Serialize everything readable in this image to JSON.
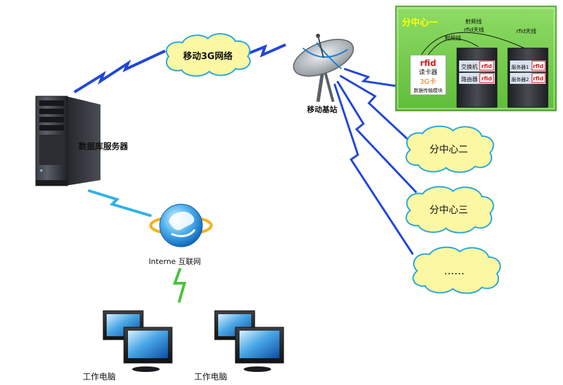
{
  "nodes": {
    "database_server": "数据库服务器",
    "mobile_3g_network": "移动3G网络",
    "base_station": "移动基站",
    "internet": "Interne 互联网",
    "workstation_1": "工作电脑",
    "workstation_2": "工作电脑"
  },
  "branch_one": {
    "title": "分中心一",
    "rfid_logo": "rfid",
    "reader_label": "读卡器",
    "sim_label": "3G卡",
    "module_label": "数据传输模块",
    "rf_line_1": "射频线",
    "rf_line_2": "射频线",
    "rfid_antenna_1": "rfid天线",
    "rfid_antenna_2": "rfid天线",
    "switch_label": "交换机",
    "router_label": "路由器",
    "server1_label": "服务器1",
    "server2_label": "服务器2",
    "tag_switch": "rfid",
    "tag_router": "rfid",
    "tag_server1": "rfid",
    "tag_server2": "rfid"
  },
  "branch_two": "分中心二",
  "branch_three": "分中心三",
  "branch_more": "……",
  "colors": {
    "cloud_fill": "#fbf7a3",
    "cloud_stroke": "#2aa7d9",
    "wave_blue": "#2147d8",
    "wave_cyan": "#2fb2e8",
    "wave_green": "#49c43a",
    "branch_box": "#7bd150",
    "branch_title": "#ffff00"
  }
}
